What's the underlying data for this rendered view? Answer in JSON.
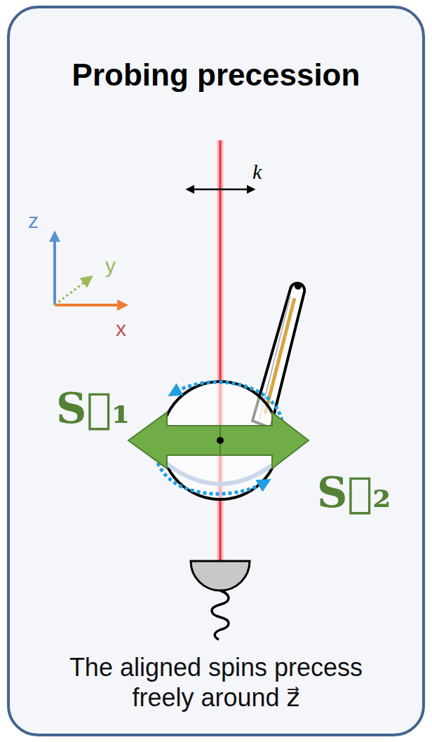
{
  "diagram": {
    "title": "Probing precession",
    "caption": "The aligned spins precess freely around z⃗",
    "labels": [
      "k⃗",
      "z",
      "y",
      "x",
      "S⃗₁",
      "S⃗₂"
    ]
  }
}
